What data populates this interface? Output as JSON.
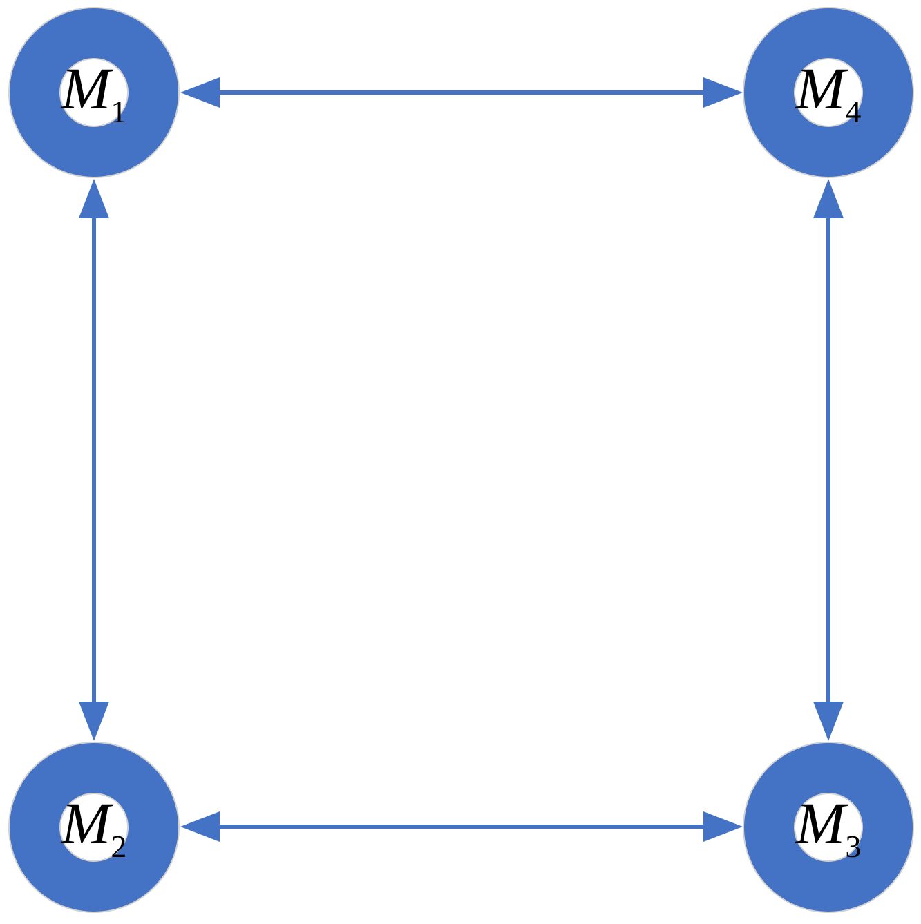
{
  "diagram": {
    "type": "network-topology",
    "description": "Four modules arranged in a square, each adjacent pair connected by a bidirectional arrow forming a ring",
    "nodes": [
      {
        "id": "M1",
        "label": "M",
        "sub": "1",
        "position": "top-left"
      },
      {
        "id": "M4",
        "label": "M",
        "sub": "4",
        "position": "top-right"
      },
      {
        "id": "M2",
        "label": "M",
        "sub": "2",
        "position": "bottom-left"
      },
      {
        "id": "M3",
        "label": "M",
        "sub": "3",
        "position": "bottom-right"
      }
    ],
    "edges": [
      {
        "from": "M1",
        "to": "M4",
        "bidirectional": true,
        "side": "top"
      },
      {
        "from": "M1",
        "to": "M2",
        "bidirectional": true,
        "side": "left"
      },
      {
        "from": "M4",
        "to": "M3",
        "bidirectional": true,
        "side": "right"
      },
      {
        "from": "M2",
        "to": "M3",
        "bidirectional": true,
        "side": "bottom"
      }
    ]
  },
  "colors": {
    "node_fill": "#4472C4",
    "node_outline": "#D2D2D2",
    "hole_fill": "#FFFFFF",
    "arrow": "#4472C4",
    "label_text": "#000000",
    "background": "#FFFFFF"
  }
}
